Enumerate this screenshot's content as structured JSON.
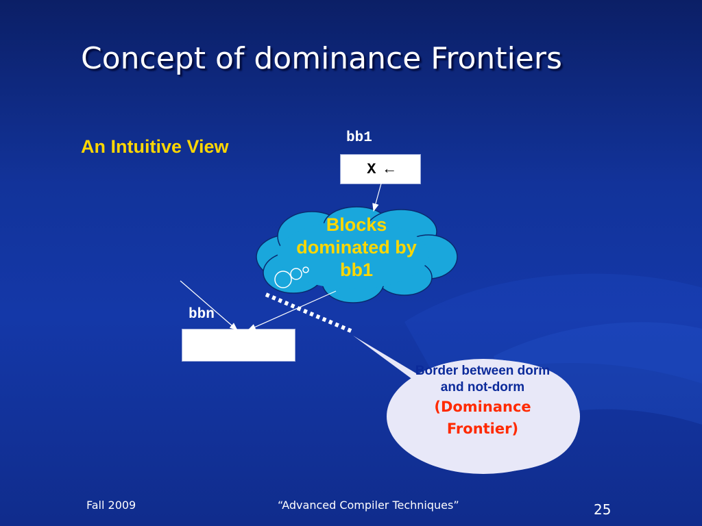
{
  "slide": {
    "title": "Concept of dominance Frontiers",
    "subtitle": "An Intuitive View"
  },
  "diagram": {
    "bb1_label": "bb1",
    "bb1_content": "X ←",
    "bbn_label": "bbn",
    "cloud_text": "Blocks dominated by bb1",
    "callout_line1": "Border between dorm and not-dorm",
    "callout_line2": "(Dominance Frontier)"
  },
  "footer": {
    "left": "Fall 2009",
    "center": "“Advanced Compiler Techniques”",
    "page": "25"
  },
  "colors": {
    "background": "#1438a8",
    "accent": "#ffd700",
    "cloud": "#1aa7dc",
    "bubble": "#e8e8f8",
    "emphasis": "#ff2a00"
  }
}
